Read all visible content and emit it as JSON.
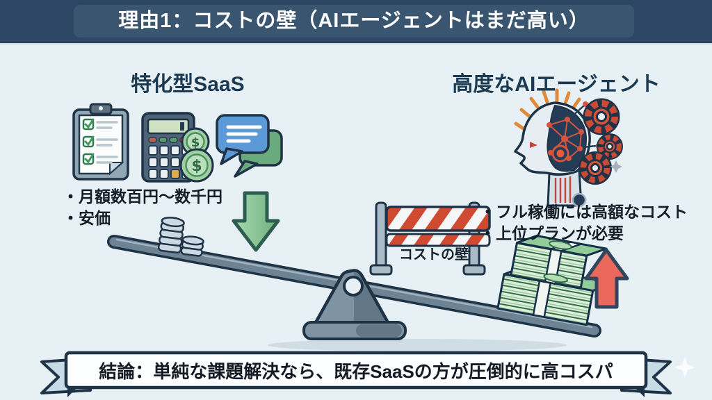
{
  "header": {
    "title": "理由1：コストの壁（AIエージェントはまだ高い）"
  },
  "sections": {
    "saas": {
      "heading": "特化型SaaS",
      "bullets": [
        "・月額数百円〜数千円",
        "・安価"
      ]
    },
    "ai": {
      "heading": "高度なAIエージェント",
      "bullets": [
        "・フル稼働には高額なコスト",
        "・上位プランが必要"
      ]
    }
  },
  "barrier": {
    "label": "コストの壁"
  },
  "conclusion": {
    "text": "結論：単純な課題解決なら、既存SaaSの方が圧倒的に高コスパ"
  },
  "icons": {
    "dollar": "$",
    "names": [
      "clipboard-icon",
      "calculator-icon",
      "dollar-coin-icon",
      "chat-bubbles-icon",
      "robot-head-icon",
      "gear-icon",
      "coin-stack-icon",
      "money-stack-icon",
      "barrier-icon",
      "down-arrow-icon",
      "up-arrow-icon",
      "seesaw",
      "ribbon-banner",
      "sparkle-icon"
    ]
  },
  "colors": {
    "header_bg": "#2d4663",
    "header_panel": "#395570",
    "background": "#e7f1f5",
    "outline": "#1f3347",
    "plank": "#6d8292",
    "hazard_red": "#d04a32",
    "arrow_green": "#7fc28d",
    "arrow_red": "#ec685c",
    "money_green": "#93cc9b",
    "heading_navy": "#1c3952"
  }
}
